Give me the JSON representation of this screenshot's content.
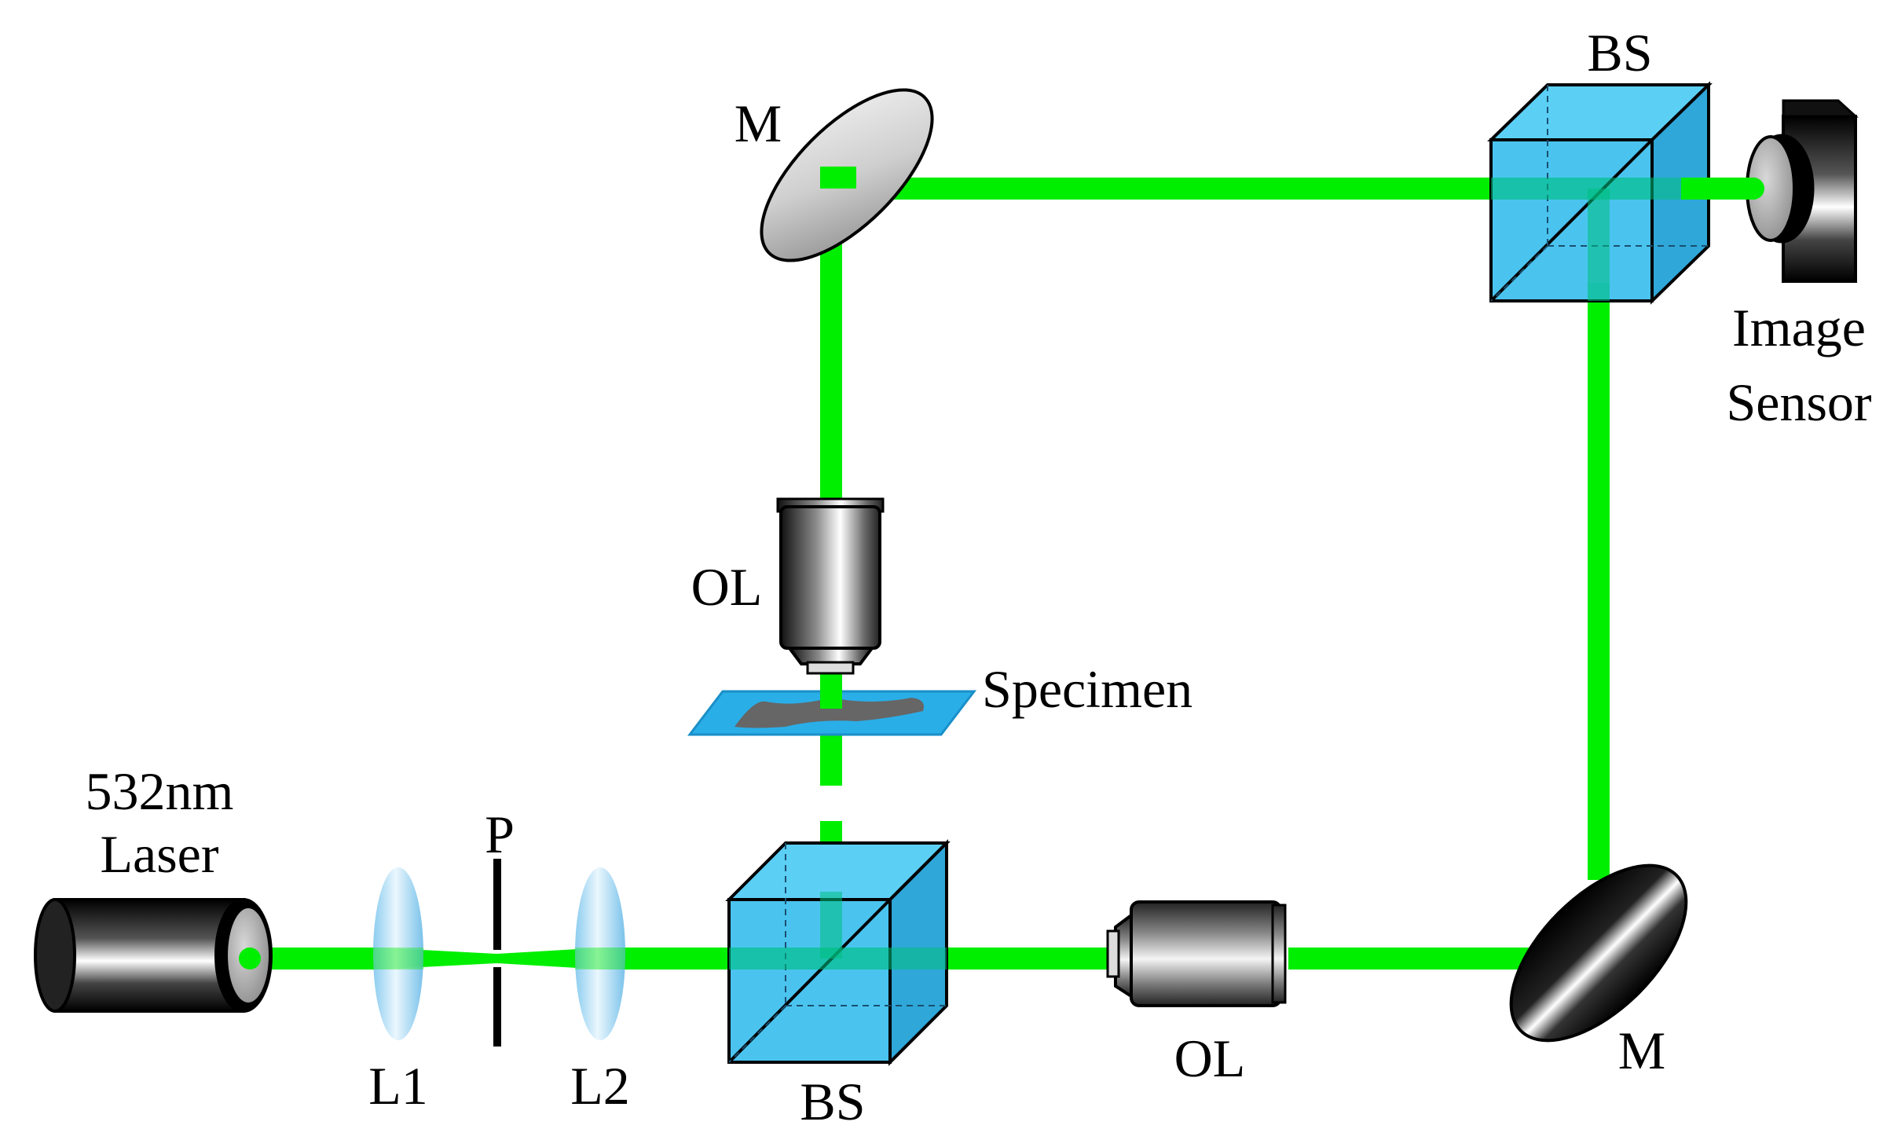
{
  "labels": {
    "laser_line1": "532nm",
    "laser_line2": "Laser",
    "lens1": "L1",
    "pinhole": "P",
    "lens2": "L2",
    "bs_bottom": "BS",
    "ol_bottom": "OL",
    "mirror_bottom": "M",
    "specimen": "Specimen",
    "ol_top": "OL",
    "mirror_top": "M",
    "bs_top": "BS",
    "sensor_line1": "Image",
    "sensor_line2": "Sensor"
  },
  "colors": {
    "beam": "#00ee00",
    "cube_front": "#3bbfee",
    "cube_top": "#5ccff5",
    "cube_side": "#2fa7d8",
    "slide": "#2aaee8",
    "sample": "#666666"
  },
  "icons": {
    "laser": "cylinder-laser-icon",
    "lens": "biconvex-lens-icon",
    "pinhole": "pinhole-aperture-icon",
    "beam_splitter": "beam-splitter-cube-icon",
    "objective": "objective-lens-icon",
    "mirror": "mirror-icon",
    "sensor": "camera-sensor-icon"
  }
}
